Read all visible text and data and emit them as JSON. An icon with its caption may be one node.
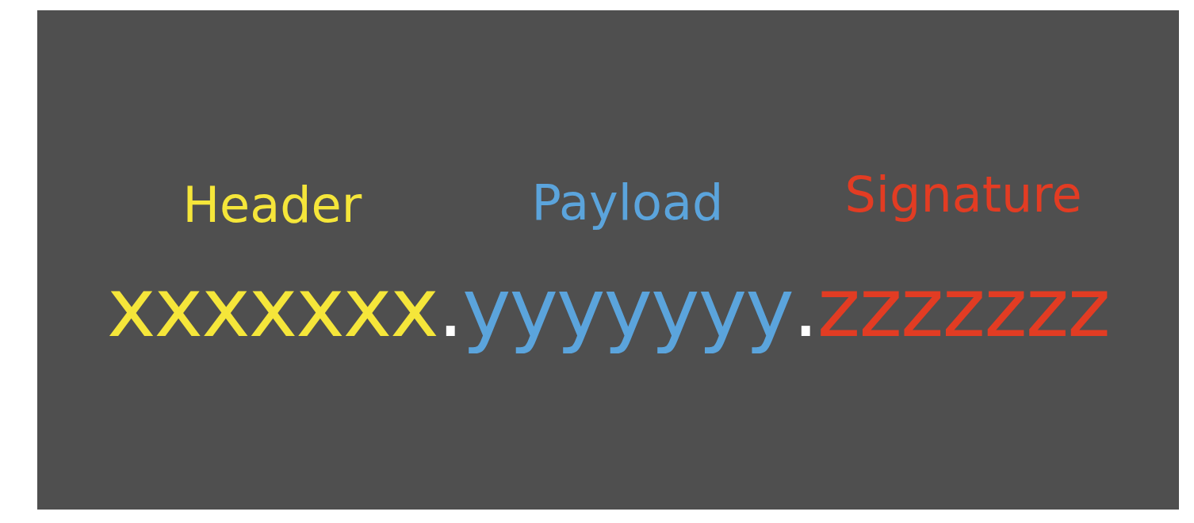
{
  "diagram": {
    "labels": [
      "Header",
      "Payload",
      "Signature",
      "xxxxxxx",
      ".",
      "yyyyyyy",
      ".",
      "zzzzzzz"
    ]
  }
}
